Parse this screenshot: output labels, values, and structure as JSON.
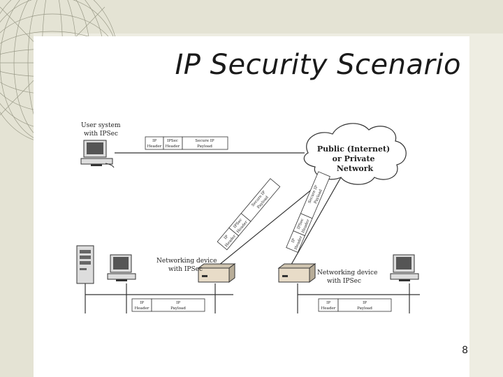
{
  "slide": {
    "title": "IP Security Scenario",
    "page_number": "8"
  },
  "diagram": {
    "user_system_label": [
      "User system",
      "with IPSec"
    ],
    "cloud_label": [
      "Public (Internet)",
      "or Private",
      "Network"
    ],
    "left_device_label": [
      "Networking device",
      "with IPSec"
    ],
    "right_device_label": [
      "Networking device",
      "with IPSec"
    ],
    "secure_packet": {
      "ip_header": [
        "IP",
        "Header"
      ],
      "ipsec_header": [
        "IPSec",
        "Header"
      ],
      "secure_payload": [
        "Secure IP",
        "Payload"
      ]
    },
    "plain_packet": {
      "ip_header": [
        "IP",
        "Header"
      ],
      "ip_payload": [
        "IP",
        "Payload"
      ]
    }
  },
  "colors": {
    "background": "#eeede2",
    "panel": "#ffffff",
    "title_text": "#1a1a1a"
  }
}
